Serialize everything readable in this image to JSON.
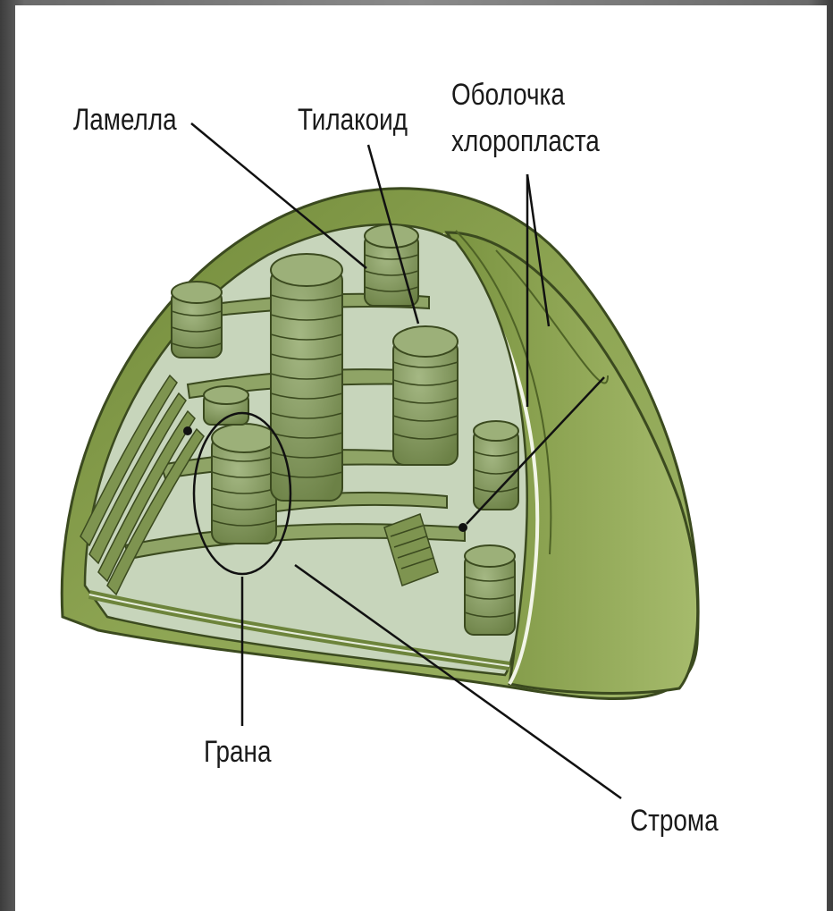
{
  "labels": {
    "lamella": "Ламелла",
    "thylakoid": "Тилакоид",
    "envelope_line1": "Оболочка",
    "envelope_line2": "хлоропласта",
    "grana": "Грана",
    "stroma": "Строма"
  },
  "colors": {
    "outer_membrane": "#8aa14e",
    "outer_membrane_dark": "#5f7530",
    "interior": "#c9d6bc",
    "granum": "#7f9654",
    "granum_light": "#9fb279",
    "outline": "#3b4a1f"
  }
}
